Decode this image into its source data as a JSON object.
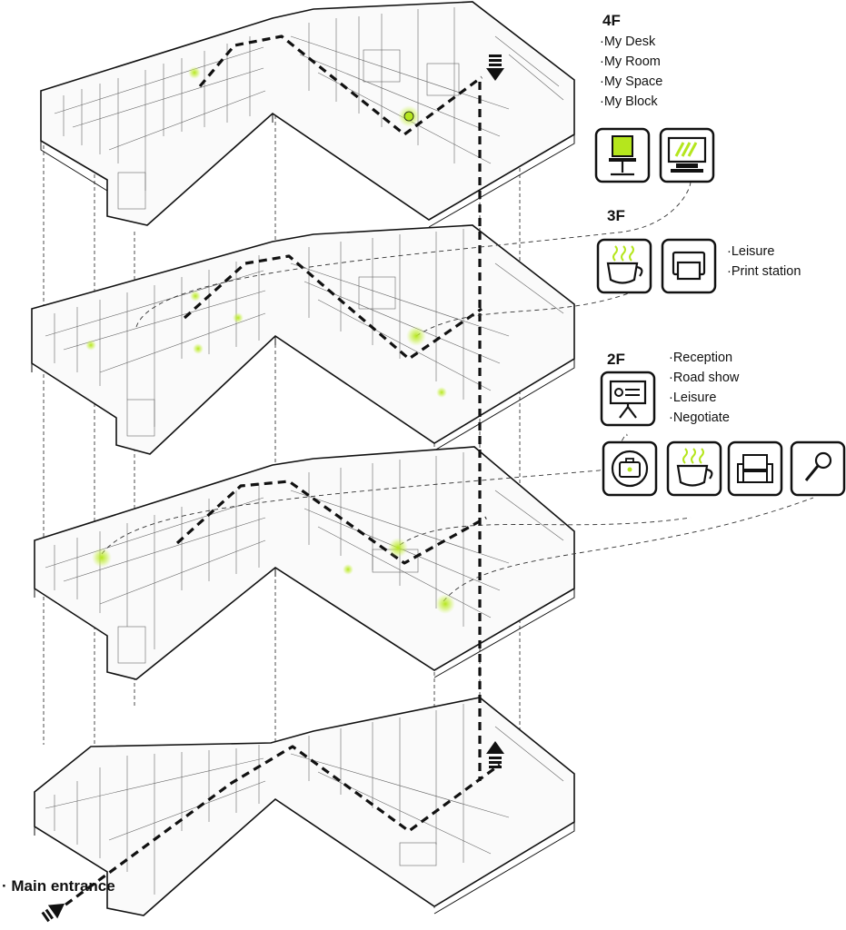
{
  "floors": {
    "f4": {
      "title": "4F",
      "items": [
        "·My Desk",
        "·My Room",
        "·My Space",
        "·My Block"
      ]
    },
    "f3": {
      "title": "3F",
      "items": [
        "·Leisure",
        "·Print station"
      ]
    },
    "f2": {
      "title": "2F",
      "items": [
        "·Reception",
        "·Road show",
        "·Leisure",
        "·Negotiate"
      ]
    }
  },
  "entrance": {
    "label": "· Main entrance"
  },
  "icons": {
    "f4": [
      "desk-chair-icon",
      "computer-icon"
    ],
    "f3": [
      "coffee-cup-icon",
      "printer-icon"
    ],
    "f2": [
      "presentation-board-icon",
      "briefcase-icon",
      "coffee-cup-icon",
      "armchair-icon",
      "microphone-icon"
    ]
  },
  "colors": {
    "accent": "#b5e61d",
    "line": "#111111",
    "plan": "#555555"
  }
}
